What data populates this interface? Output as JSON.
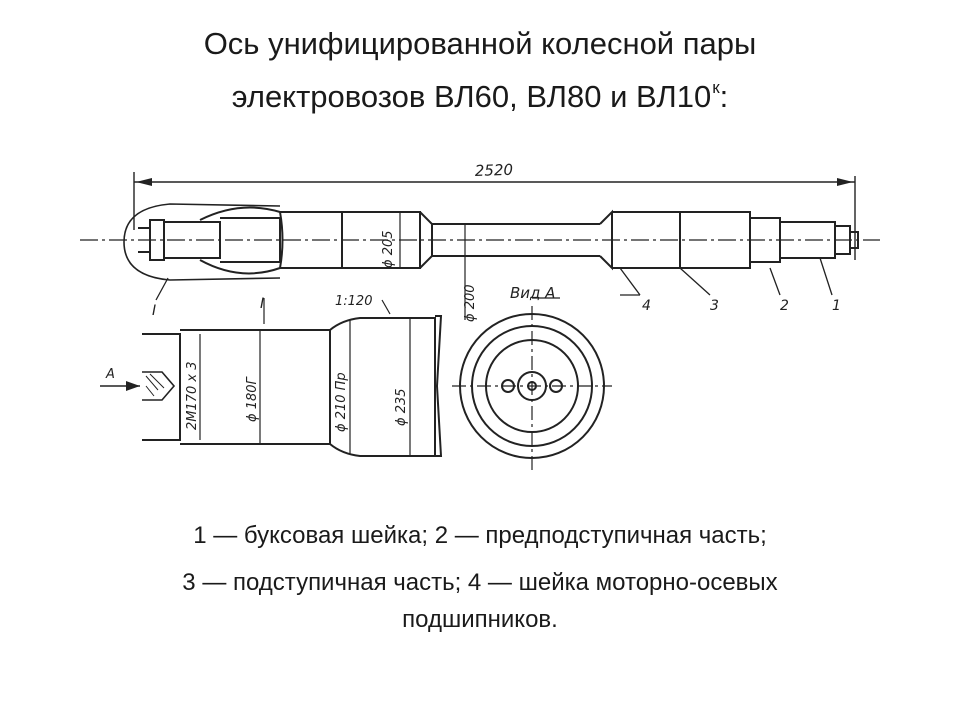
{
  "title": {
    "line1": "Ось унифицированной колесной пары",
    "line2": "электровозов ВЛ60, ВЛ80 и ВЛ10",
    "superscript": "к",
    "suffix": ":"
  },
  "drawing": {
    "overall_length": "2520",
    "dia_205": "ϕ 205",
    "dia_200": "ϕ 200",
    "taper": "1:120",
    "view_label": "Вид А",
    "thread": "2M170 x 3",
    "dia_180": "ϕ 180Г",
    "dia_210": "ϕ 210 Пр",
    "dia_235": "ϕ 235",
    "arrow_A": "A",
    "section_mark": "I",
    "callouts": [
      "1",
      "2",
      "3",
      "4"
    ]
  },
  "legend": {
    "line1": "1 — буксовая шейка; 2 — предподступичная часть;",
    "line2": "3 — подступичная часть; 4 — шейка моторно-осевых",
    "line3": "подшипников."
  },
  "colors": {
    "ink": "#222222",
    "background": "#ffffff"
  }
}
